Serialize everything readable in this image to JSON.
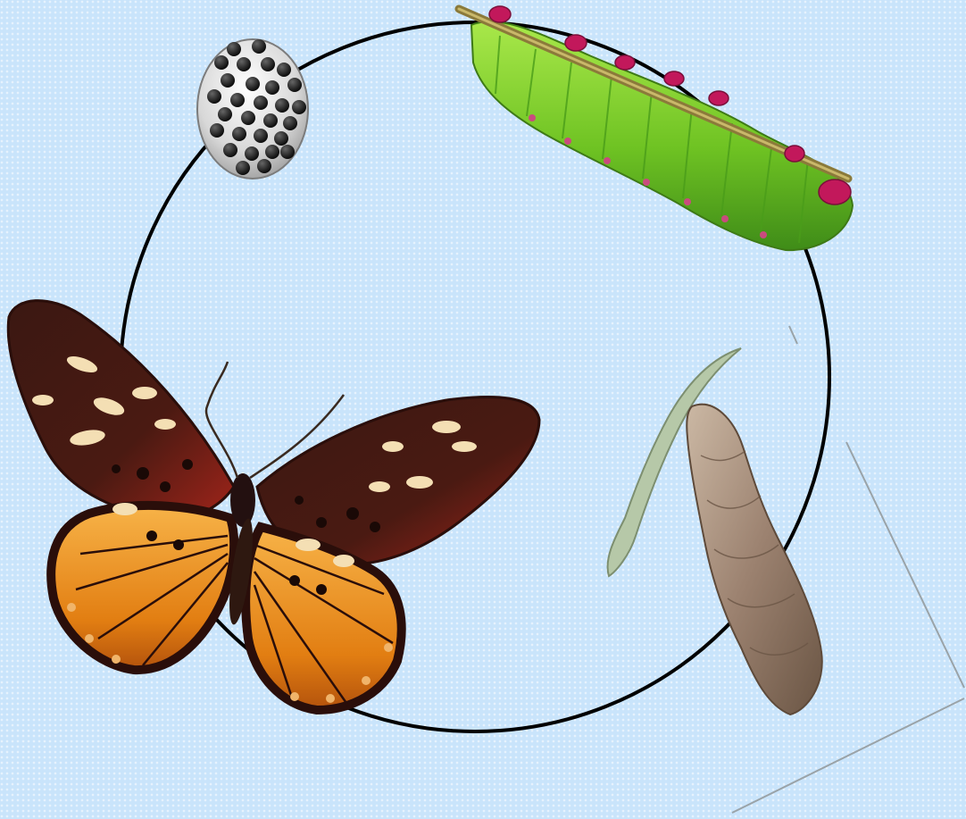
{
  "diagram": {
    "stages": [
      {
        "key": "egg",
        "icon": "egg-cluster-icon"
      },
      {
        "key": "caterpillar",
        "icon": "caterpillar-icon"
      },
      {
        "key": "pupa",
        "icon": "chrysalis-icon"
      },
      {
        "key": "butterfly",
        "icon": "butterfly-icon"
      }
    ]
  },
  "colors": {
    "background": "#c9e4fb",
    "cycle_ring": "#000000",
    "caterpillar_body": "#7fd02a",
    "caterpillar_spots": "#c2185b",
    "chrysalis": "#a08a78",
    "butterfly_dark": "#3a1a12",
    "butterfly_orange": "#e8901c",
    "butterfly_red": "#a4231b",
    "wing_spots": "#f4dfb4"
  }
}
